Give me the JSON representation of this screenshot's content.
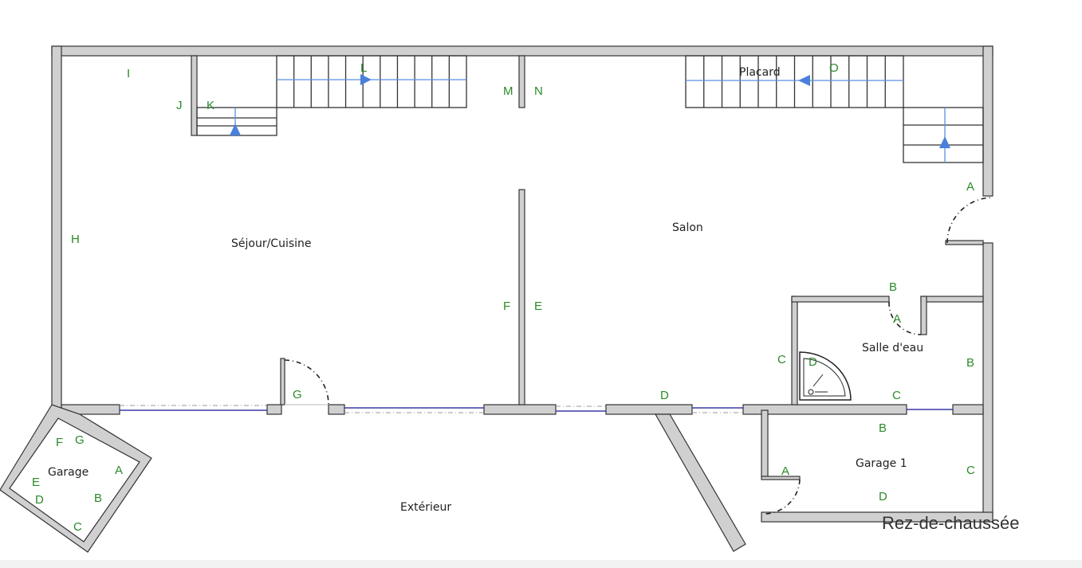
{
  "plan": {
    "title": "Rez-de-chaussée",
    "rooms": {
      "sejour": "Séjour/Cuisine",
      "salon": "Salon",
      "placard": "Placard",
      "salle_eau": "Salle d'eau",
      "garage": "Garage",
      "garage1": "Garage 1",
      "exterieur": "Extérieur"
    },
    "markers": {
      "sejour": [
        "I",
        "J",
        "K",
        "L",
        "M",
        "H",
        "F",
        "G"
      ],
      "salon": [
        "N",
        "O",
        "A",
        "E",
        "D",
        "C",
        "B"
      ],
      "salle_eau": [
        "A",
        "B",
        "C",
        "D"
      ],
      "garage1": [
        "A",
        "B",
        "C",
        "D"
      ],
      "garage": [
        "A",
        "B",
        "C",
        "D",
        "E",
        "F",
        "G"
      ]
    },
    "colors": {
      "wall": "#d0d0d0",
      "marker": "#2a8a2a",
      "stair_arrow": "#4a7fdc",
      "window": "#3a3aa8"
    }
  }
}
